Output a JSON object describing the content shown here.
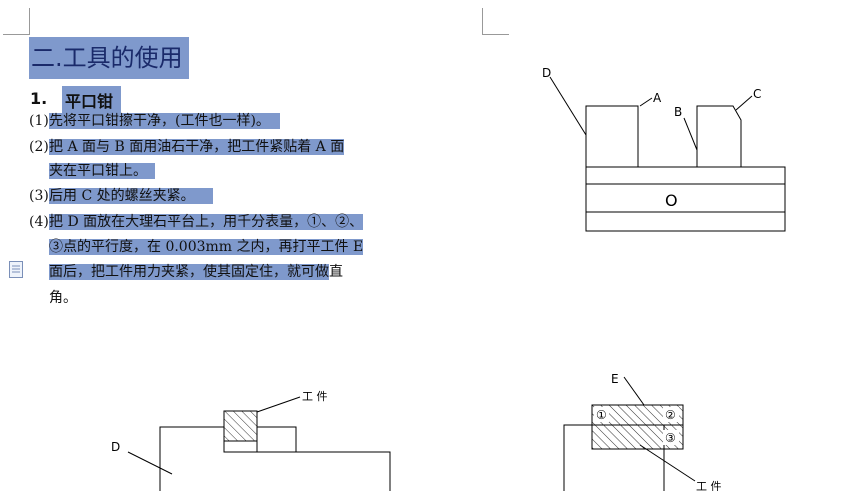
{
  "heading": "二.工具的使用",
  "section": {
    "number": "1.",
    "title": "平口钳"
  },
  "steps": [
    {
      "num": "(1)",
      "lines": [
        "先将平口钳擦干净，(工件也一样)。"
      ]
    },
    {
      "num": "(2)",
      "lines": [
        "把 A 面与 B 面用油石干净，把工件紧贴着 A 面",
        "夹在平口钳上。"
      ]
    },
    {
      "num": "(3)",
      "lines": [
        "后用 C 处的螺丝夹紧。"
      ]
    },
    {
      "num": "(4)",
      "lines": [
        "把 D 面放在大理石平台上，用千分表量，①、②、",
        "③点的平行度，在 0.003mm 之内，再打平工件 E",
        "面后，把工件用力夹紧，使其固定住，就可做",
        "直",
        "角。"
      ]
    }
  ],
  "diagram_vise": {
    "labels": {
      "a": "A",
      "b": "B",
      "c": "C",
      "d": "D",
      "o": "O"
    }
  },
  "diagram_front": {
    "labels": {
      "workpiece": "工 件",
      "d": "D"
    }
  },
  "diagram_side": {
    "labels": {
      "e": "E",
      "p1": "①",
      "p2": "②",
      "p3": "③",
      "workpiece": "工 件"
    }
  },
  "doc_icon": "document-icon"
}
